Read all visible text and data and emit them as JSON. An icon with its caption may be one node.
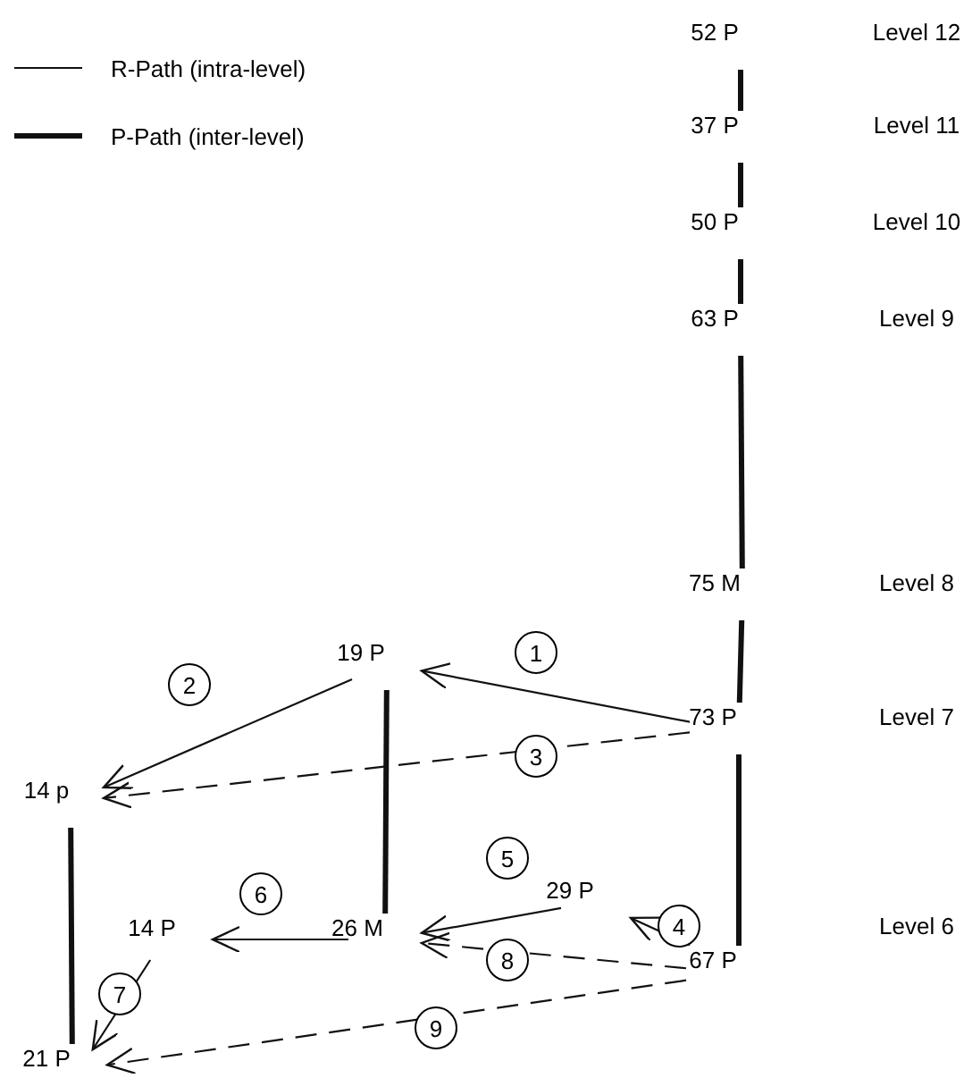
{
  "diagram": {
    "nodes": [
      {
        "text": [
          "52 P"
        ]
      },
      {
        "text": [
          "37 P"
        ]
      },
      {
        "text": [
          "50 P"
        ]
      },
      {
        "text": [
          "63 P"
        ]
      },
      {
        "text": [
          "75 M"
        ]
      },
      {
        "text": [
          "19 P"
        ]
      },
      {
        "text": [
          "73 P"
        ]
      },
      {
        "text": [
          "14 p"
        ]
      },
      {
        "text": [
          "29 P"
        ]
      },
      {
        "text": [
          "14 P"
        ]
      },
      {
        "text": [
          "26 M"
        ]
      },
      {
        "text": [
          "67 P"
        ]
      },
      {
        "text": [
          "21 P"
        ]
      }
    ],
    "edges": [
      {
        "from": 0,
        "to": 1,
        "arrow": "none",
        "style": "thick"
      },
      {
        "from": 1,
        "to": 2,
        "arrow": "none",
        "style": "thick"
      },
      {
        "from": 2,
        "to": 3,
        "arrow": "none",
        "style": "thick"
      },
      {
        "from": 3,
        "to": 4,
        "arrow": "none",
        "style": "thick"
      },
      {
        "from": 4,
        "to": 6,
        "arrow": "none",
        "style": "thick"
      },
      {
        "from": 6,
        "to": 11,
        "arrow": "none",
        "style": "thick"
      },
      {
        "from": 5,
        "to": 10,
        "arrow": "none",
        "style": "thick"
      },
      {
        "from": 7,
        "to": 12,
        "arrow": "none",
        "style": "thick"
      },
      {
        "from": 6,
        "to": 5,
        "arrow": "to",
        "label": "1"
      },
      {
        "from": 5,
        "to": 7,
        "arrow": "to",
        "label": "2"
      },
      {
        "from": 6,
        "to": 7,
        "arrow": "to",
        "label": "3",
        "style": "dashed"
      },
      {
        "from": 11,
        "to": 8,
        "arrow": "to",
        "label": "4"
      },
      {
        "from": 8,
        "to": 10,
        "arrow": "to",
        "label": "5"
      },
      {
        "from": 10,
        "to": 9,
        "arrow": "to",
        "label": "6"
      },
      {
        "from": 9,
        "to": 12,
        "arrow": "to",
        "label": "7"
      },
      {
        "from": 11,
        "to": 10,
        "arrow": "to",
        "label": "8",
        "style": "dashed"
      },
      {
        "from": 11,
        "to": 12,
        "arrow": "to",
        "label": "9",
        "style": "dashed"
      }
    ],
    "labels": [
      "Level 12",
      "Level 11",
      "Level 10",
      "Level 9",
      "Level 8",
      "Level 7",
      "Level 6"
    ],
    "legend": [
      {
        "text": "R-Path (intra-level)"
      },
      {
        "text": "P-Path (inter-level)"
      }
    ]
  }
}
